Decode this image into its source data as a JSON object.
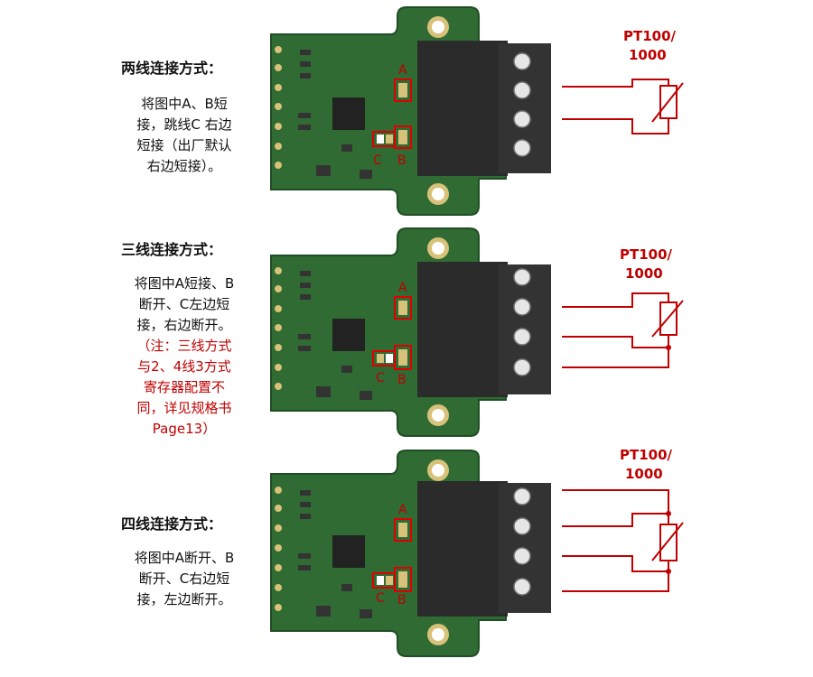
{
  "sections": [
    {
      "title": "两线连接方式：",
      "lines": [
        "将图中A、B短",
        "接，跳线C 右边",
        "短接（出厂默认",
        "右边短接）。"
      ],
      "note_lines": [],
      "label_a": "A",
      "label_b": "B",
      "label_c": "C",
      "sensor_label_1": "PT100/",
      "sensor_label_2": "1000"
    },
    {
      "title": "三线连接方式：",
      "lines": [
        "将图中A短接、B",
        "断开、C左边短",
        "接，右边断开。"
      ],
      "note_lines": [
        "（注：三线方式",
        "与2、4线3方式",
        "寄存器配置不",
        "同，详见规格书",
        "Page13）"
      ],
      "label_a": "A",
      "label_b": "B",
      "label_c": "C",
      "sensor_label_1": "PT100/",
      "sensor_label_2": "1000"
    },
    {
      "title": "四线连接方式：",
      "lines": [
        "将图中A断开、B",
        "断开、C右边短",
        "接，左边断开。"
      ],
      "note_lines": [],
      "label_a": "A",
      "label_b": "B",
      "label_c": "C",
      "sensor_label_1": "PT100/",
      "sensor_label_2": "1000"
    }
  ],
  "colors": {
    "pcb": "#2f6b33",
    "pcb_dark": "#1f4d24",
    "terminal": "#2b2b2b",
    "wire": "#c00000",
    "highlight": "#e00000"
  }
}
